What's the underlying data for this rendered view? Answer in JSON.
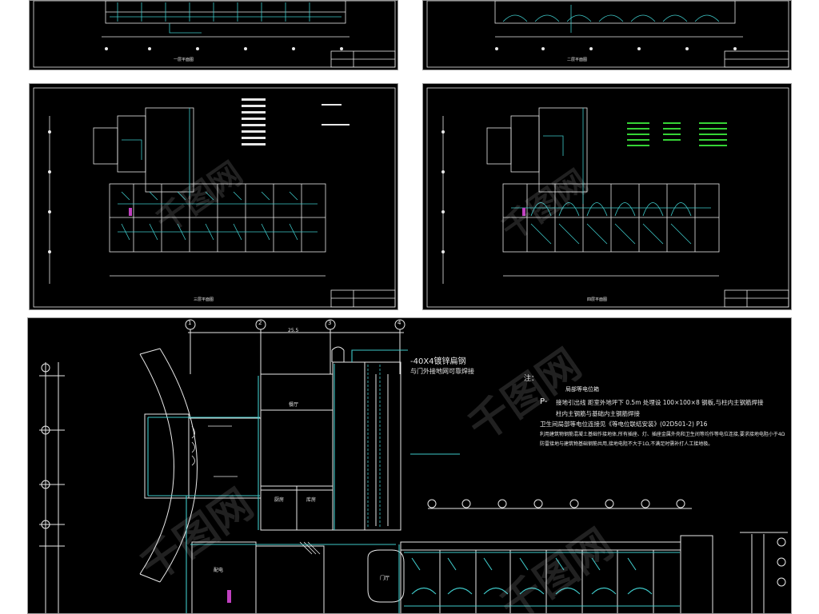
{
  "watermark": "千图网",
  "colors": {
    "background": "#ffffff",
    "sheet": "#000000",
    "wall": "#e8e8e8",
    "wiring": "#3ec8c8",
    "legend_green": "#36d336",
    "equipment": "#c040c0",
    "annotation": "#e8e8e8"
  },
  "thumbs": {
    "tl_title": "一层平面图",
    "tr_title": "二层平面图",
    "bl_title": "三层平面图",
    "br_title": "四层平面图"
  },
  "main": {
    "axis_numbers": [
      "1",
      "2",
      "3",
      "4"
    ],
    "notes_header": "注：",
    "note_line1": "局部等电位箱",
    "note_line2_prefix": "P-",
    "note_line2": "接地引出线      距室外地坪下 0.5m      处埋设 100×100×8  钢板,与柱内主钢筋焊接",
    "note_line3": "柱内主钢筋与基础内主钢筋焊接",
    "note_line4": "卫生间局部等电位连接见《等电位联结安装》(02D501-2) P16",
    "note_line5": "利用建筑物钢筋混凝土基础作接地体,所有插座、灯、插座金属外壳和卫生间等均作等电位连接,要求接地电阻小于4Ω",
    "note_line6": "防雷接地与建筑物基础钢筋共用,接地电阻不大于1Ω,不满足时需补打人工接地极。",
    "flat_steel_label": "-40X4镀锌扁钢",
    "flat_steel_sub": "与门外接地网可靠焊接",
    "room_labels": [
      "餐厅",
      "厨房",
      "库房",
      "配电",
      "门厅"
    ],
    "dim_label": "25.5"
  }
}
